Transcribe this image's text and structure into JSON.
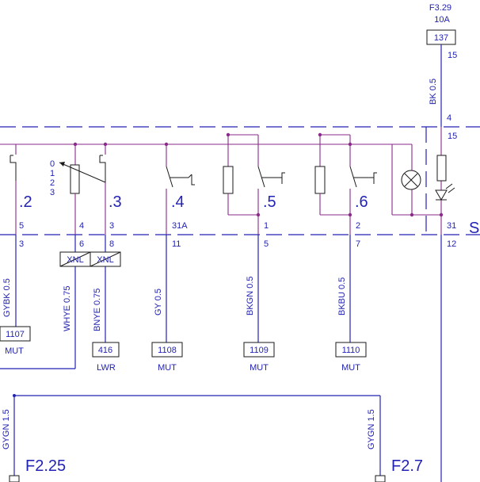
{
  "fuse": {
    "ref": "F3.29",
    "rating": "10A",
    "terminal": "137",
    "pin_top": "15"
  },
  "main_wire": {
    "label": "BK 0.5",
    "pin_a": "4",
    "pin_b": "15",
    "pin_c": "31",
    "pin_d": "12"
  },
  "edge_letter": "S",
  "channels": [
    {
      "ch": ".2",
      "pin_top": "5",
      "pin_bottom": "3",
      "wire": "GYBK 0.5",
      "term": "1107",
      "term_label": "MUT"
    },
    {
      "ch": ".3",
      "pin_top": "4",
      "pin_bottom": "6",
      "wire": "WHYE 0.75",
      "connector": "XNL"
    },
    {
      "ch": "",
      "pin_top": "3",
      "pin_bottom": "8",
      "wire": "BNYE 0.75",
      "connector": "XNL",
      "term": "416",
      "term_label": "LWR"
    },
    {
      "ch": ".4",
      "pin_top": "31A",
      "pin_bottom": "11",
      "wire": "GY 0.5",
      "term": "1108",
      "term_label": "MUT"
    },
    {
      "ch": ".5",
      "pin_top": "1",
      "pin_bottom": "5",
      "wire": "BKGN 0.5",
      "term": "1109",
      "term_label": "MUT"
    },
    {
      "ch": ".6",
      "pin_top": "2",
      "pin_bottom": "7",
      "wire": "BKBU 0.5",
      "term": "1110",
      "term_label": "MUT"
    }
  ],
  "selector_positions": [
    "0",
    "1",
    "2",
    "3"
  ],
  "ground_wires": [
    {
      "label": "GYGN 1.5",
      "ref": "F2.25"
    },
    {
      "label": "GYGN 1.5",
      "ref": "F2.7"
    }
  ]
}
